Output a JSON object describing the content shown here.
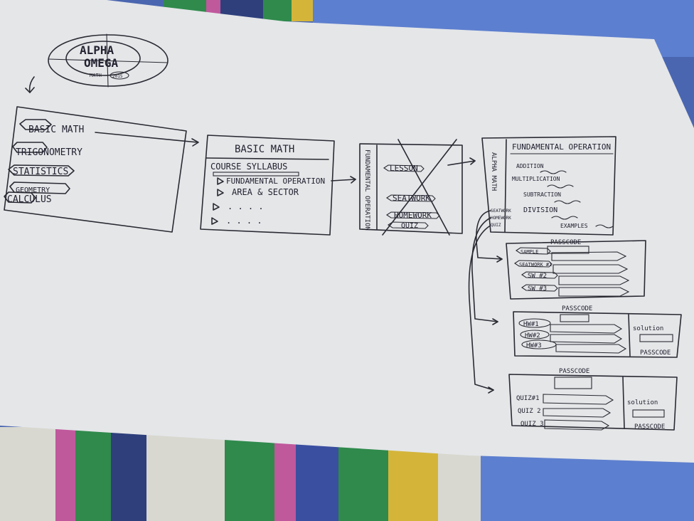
{
  "colors": {
    "paper": "#e6e8ea",
    "ink": "#2a2a33",
    "fabric_blue": "#3f63b8",
    "fabric_pink": "#c0589c",
    "fabric_green": "#2f8a4c",
    "fabric_yellow": "#d4b53a",
    "fabric_white": "#d8d8d0"
  },
  "logo": {
    "line1": "ALPHA",
    "line2": "OMEGA",
    "line3": "MATH",
    "badge": "2015"
  },
  "menu": {
    "items": [
      "BASIC MATH",
      "TRIGONOMETRY",
      "STATISTICS",
      "GEOMETRY",
      "CALCULUS"
    ]
  },
  "basic_math": {
    "title": "BASIC MATH",
    "syllabus": "COURSE SYLLABUS",
    "items": [
      "FUNDAMENTAL OPERATION",
      "AREA & SECTOR",
      ". . . .",
      ". . . ."
    ]
  },
  "operation_panel": {
    "side_label": "FUNDAMENTAL OPERATION",
    "items": [
      "LESSON",
      "SEATWORK",
      "HOMEWORK",
      "QUIZ"
    ]
  },
  "lesson_page": {
    "title": "FUNDAMENTAL OPERATION",
    "side_letters": "ALPHA MATH",
    "topics": [
      "ADDITION",
      "MULTIPLICATION",
      "SUBTRACTION",
      "DIVISION"
    ],
    "examples": "EXAMPLES",
    "side_items": [
      "SEATWORK",
      "HOMEWORK",
      "QUIZ"
    ]
  },
  "seatwork_page": {
    "passcode": "PASSCODE",
    "items": [
      "SAMPLE",
      "SEATWORK #1",
      "SW #2",
      "SW #3"
    ]
  },
  "homework_page": {
    "passcode": "PASSCODE",
    "items": [
      "HW#1",
      "HW#2",
      "HW#3"
    ],
    "solution": "solution",
    "passcode2": "PASSCODE"
  },
  "quiz_page": {
    "passcode": "PASSCODE",
    "items": [
      "QUIZ#1",
      "QUIZ 2",
      "QUIZ 3"
    ],
    "solution": "solution",
    "passcode2": "PASSCODE"
  }
}
